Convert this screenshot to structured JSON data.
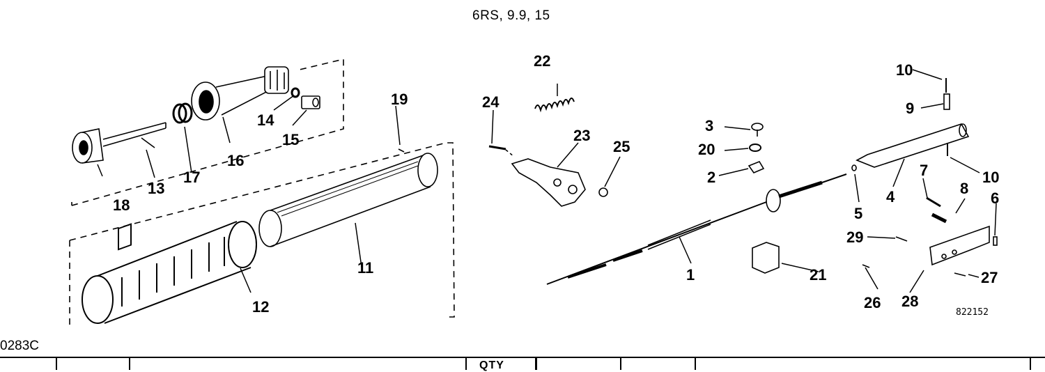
{
  "title": "6RS, 9.9, 15",
  "figure_code": "0283C",
  "reference_code": "822152",
  "table_header": {
    "qty": "QTY"
  },
  "callouts": {
    "c1": "1",
    "c2": "2",
    "c3": "3",
    "c4": "4",
    "c5": "5",
    "c6": "6",
    "c7": "7",
    "c8": "8",
    "c9": "9",
    "c10a": "10",
    "c10b": "10",
    "c11": "11",
    "c12": "12",
    "c13": "13",
    "c14": "14",
    "c15": "15",
    "c16": "16",
    "c17": "17",
    "c18": "18",
    "c19": "19",
    "c20": "20",
    "c21": "21",
    "c22": "22",
    "c23": "23",
    "c24": "24",
    "c25": "25",
    "c26": "26",
    "c27": "27",
    "c28": "28",
    "c29": "29"
  }
}
